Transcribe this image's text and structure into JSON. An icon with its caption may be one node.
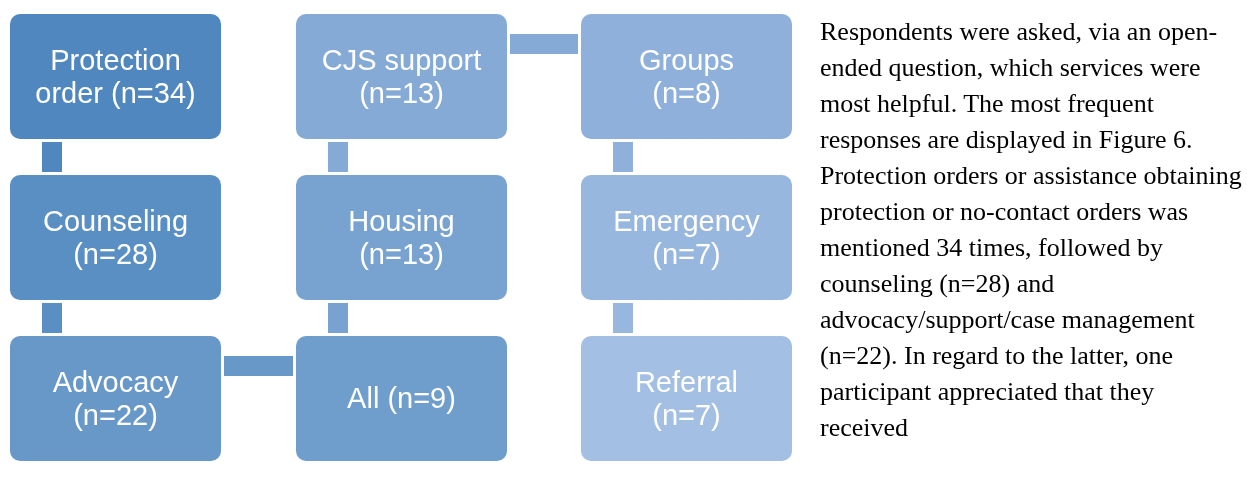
{
  "diagram": {
    "nodes": [
      {
        "text": [
          "Protection order (n=34)"
        ]
      },
      {
        "text": [
          "Counseling (n=28)"
        ]
      },
      {
        "text": [
          "Advocacy (n=22)"
        ]
      },
      {
        "text": [
          "CJS support (n=13)"
        ]
      },
      {
        "text": [
          "Housing (n=13)"
        ]
      },
      {
        "text": [
          "All (n=9)"
        ]
      },
      {
        "text": [
          "Groups (n=8)"
        ]
      },
      {
        "text": [
          "Emergency (n=7)"
        ]
      },
      {
        "text": [
          "Referral (n=7)"
        ]
      }
    ],
    "edges": [
      {
        "from": 0,
        "to": 1,
        "arrow": "none"
      },
      {
        "from": 1,
        "to": 2,
        "arrow": "none"
      },
      {
        "from": 2,
        "to": 5,
        "arrow": "none"
      },
      {
        "from": 5,
        "to": 4,
        "arrow": "none"
      },
      {
        "from": 4,
        "to": 3,
        "arrow": "none"
      },
      {
        "from": 3,
        "to": 6,
        "arrow": "none"
      },
      {
        "from": 6,
        "to": 7,
        "arrow": "none"
      },
      {
        "from": 7,
        "to": 8,
        "arrow": "none"
      }
    ],
    "labels": [
      "Respondents were asked, via an open-ended question, which services were most helpful. The most frequent responses are displayed in Figure 6. Protection orders or assistance obtaining protection or no-contact orders was mentioned 34 times, followed by counseling (n=28) and advocacy/support/case management (n=22). In regard to the latter, one participant appreciated that they received"
    ]
  }
}
